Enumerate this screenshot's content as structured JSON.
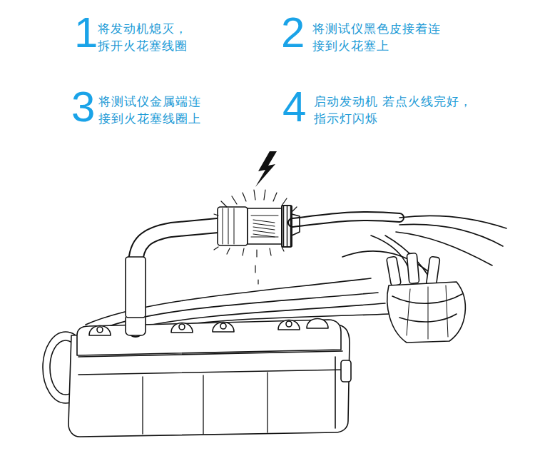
{
  "diagram": {
    "labels": [
      "1",
      "将发动机熄灭， 拆开火花塞线圈",
      "2",
      "将测试仪黑色皮接着连 接到火花塞上",
      "3",
      "将测试仪金属端连 接到火花塞线圈上",
      "4",
      "启动发动机 若点火线完好，指示灯闪烁"
    ]
  }
}
